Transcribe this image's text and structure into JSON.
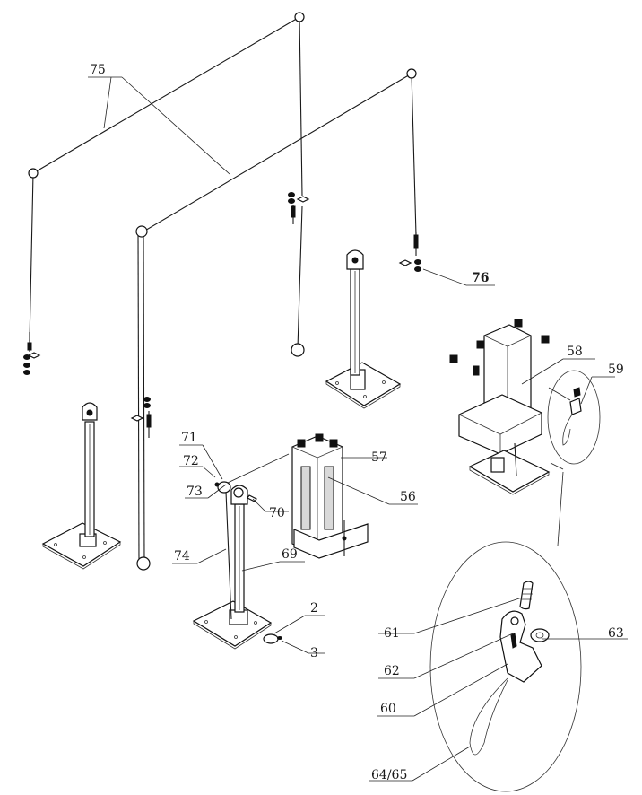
{
  "callouts": {
    "c75": "75",
    "c76": "76",
    "c58": "58",
    "c59": "59",
    "c57": "57",
    "c56": "56",
    "c71": "71",
    "c72": "72",
    "c73": "73",
    "c70": "70",
    "c74": "74",
    "c69": "69",
    "c2": "2",
    "c3": "3",
    "c61": "61",
    "c62": "62",
    "c63": "63",
    "c60": "60",
    "c6465": "64/65"
  },
  "colors": {
    "ink": "#111111",
    "paper": "#ffffff"
  }
}
